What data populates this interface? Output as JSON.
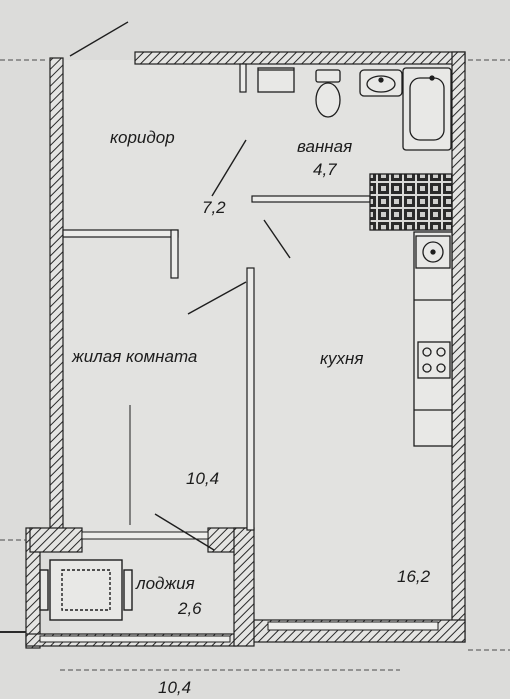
{
  "plan": {
    "rooms": [
      {
        "id": "corridor",
        "name": "коридор",
        "area": "7,2"
      },
      {
        "id": "bathroom",
        "name": "ванная",
        "area": "4,7"
      },
      {
        "id": "living-room",
        "name": "жилая комната",
        "area": "10,4"
      },
      {
        "id": "kitchen",
        "name": "кухня",
        "area": "16,2"
      },
      {
        "id": "loggia",
        "name": "лоджия",
        "area": "2,6"
      }
    ],
    "dimension": "10,4"
  }
}
